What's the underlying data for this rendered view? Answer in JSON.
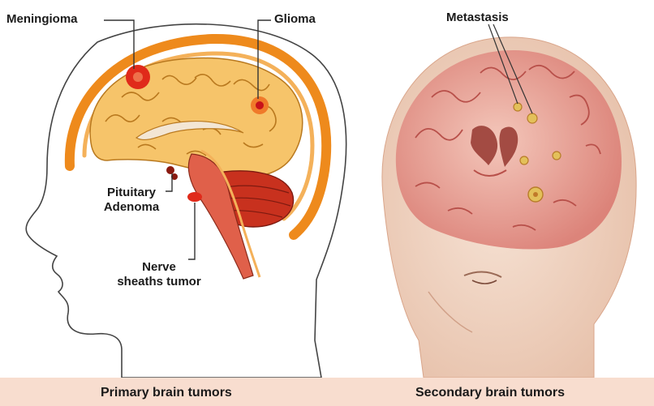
{
  "labels": {
    "meningioma": "Meningioma",
    "glioma": "Glioma",
    "pituitary_line1": "Pituitary",
    "pituitary_line2": "Adenoma",
    "nerve_line1": "Nerve",
    "nerve_line2": "sheaths tumor",
    "metastasis": "Metastasis"
  },
  "captions": {
    "primary": "Primary brain tumors",
    "secondary": "Secondary brain tumors"
  },
  "colors": {
    "caption_bar": "#f8ddcf",
    "skull_orange": "#ee8a1c",
    "brain_yellow": "#f6c46a",
    "tumor_red": "#e02a1a",
    "cerebellum_red": "#c8311e",
    "skin": "#f3d8c7",
    "brain_pink": "#e8908a"
  }
}
